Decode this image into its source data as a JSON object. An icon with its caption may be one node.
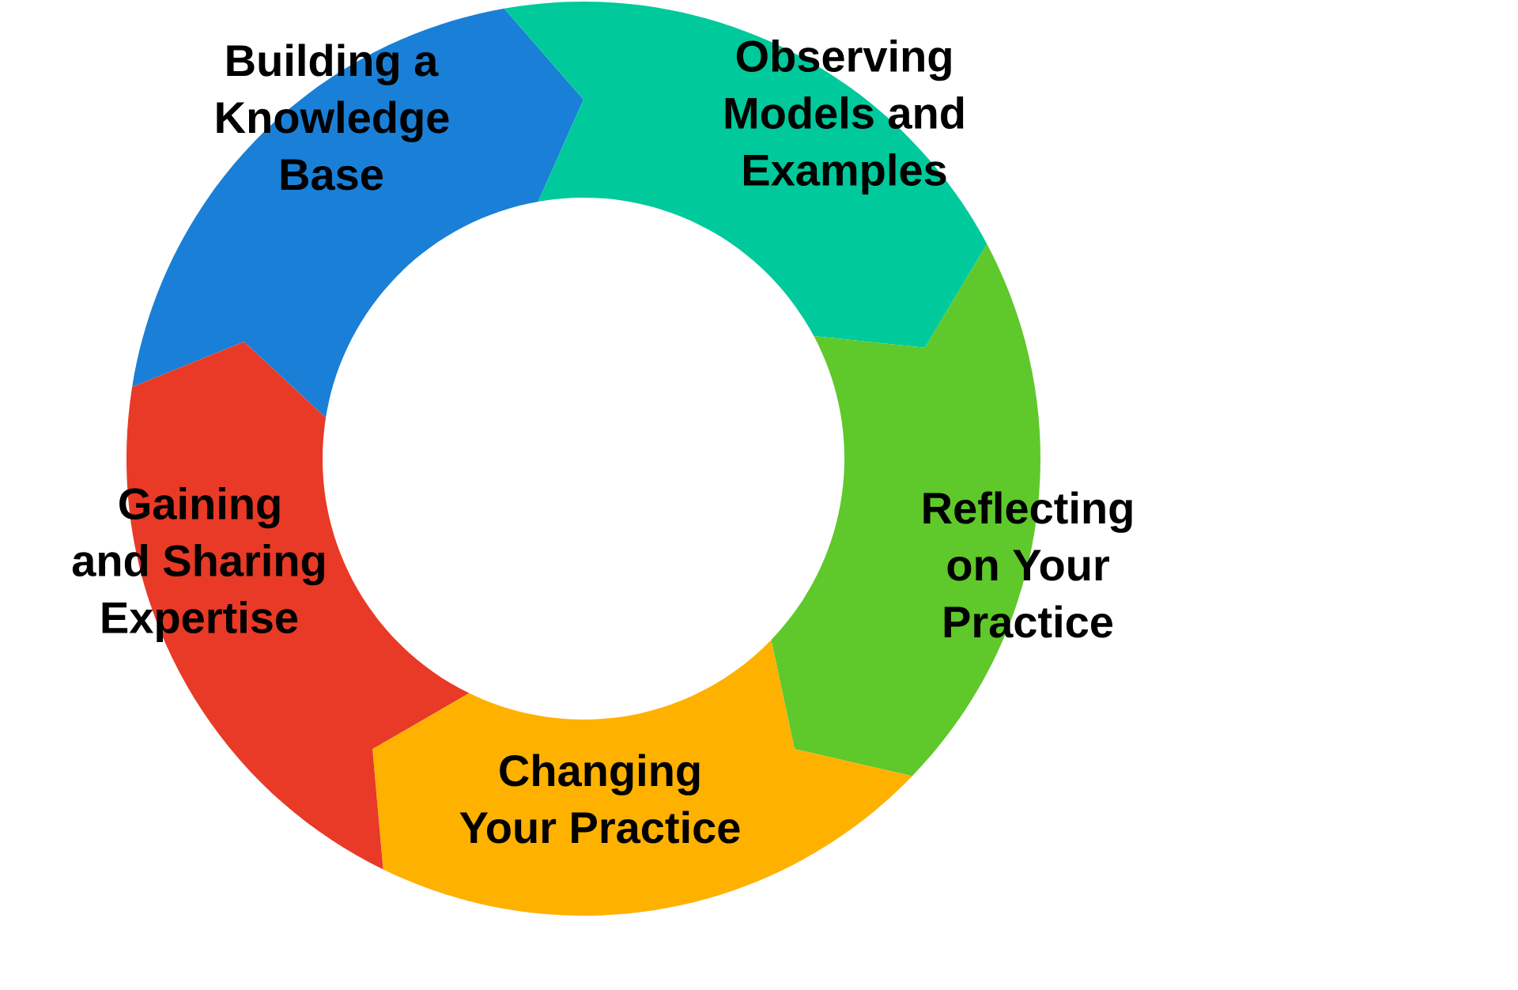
{
  "diagram": {
    "nodes": [
      {
        "text": [
          "Building a Knowledge Base"
        ]
      },
      {
        "text": [
          "Observing Models and Examples"
        ]
      },
      {
        "text": [
          "Reflecting on Your Practice"
        ]
      },
      {
        "text": [
          "Changing Your Practice"
        ]
      },
      {
        "text": [
          "Gaining and Sharing Expertise"
        ]
      }
    ]
  }
}
